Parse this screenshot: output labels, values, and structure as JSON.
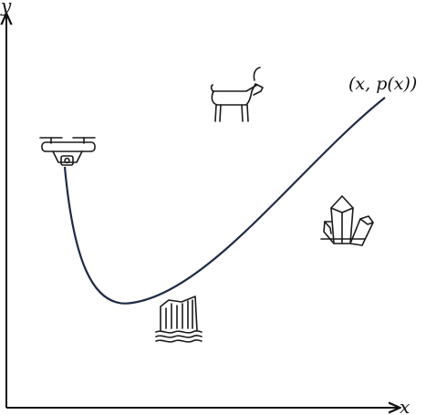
{
  "axes": {
    "x_label": "x",
    "y_label": "y"
  },
  "curve": {
    "label": "(x, p(x))",
    "color": "#1f2a44"
  },
  "icons": {
    "drone": "drone-icon",
    "goat": "goat-icon",
    "crystal": "crystal-icon",
    "waterfall": "waterfall-icon"
  }
}
